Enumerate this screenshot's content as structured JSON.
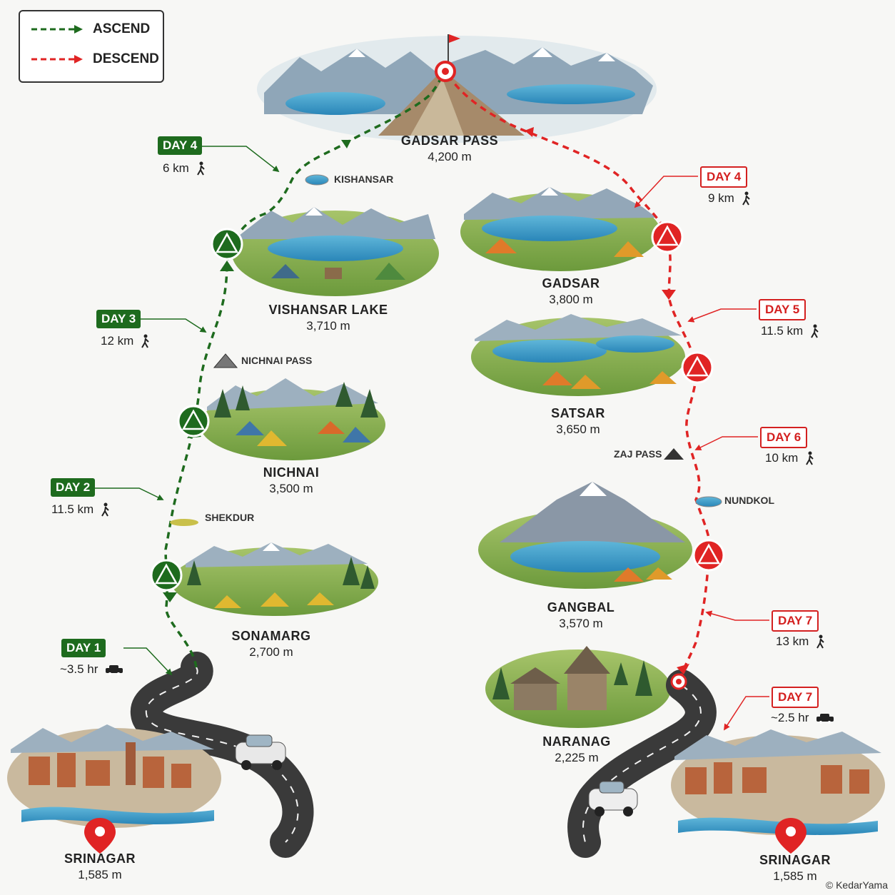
{
  "legend": {
    "ascend_label": "ASCEND",
    "descend_label": "DESCEND",
    "ascend_color": "#1e6b1e",
    "descend_color": "#e02424"
  },
  "places": {
    "gadsar_pass": {
      "name": "GADSAR PASS",
      "elevation": "4,200 m"
    },
    "vishansar": {
      "name": "VISHANSAR LAKE",
      "elevation": "3,710 m"
    },
    "nichnai": {
      "name": "NICHNAI",
      "elevation": "3,500 m"
    },
    "sonamarg": {
      "name": "SONAMARG",
      "elevation": "2,700 m"
    },
    "srinagar_start": {
      "name": "SRINAGAR",
      "elevation": "1,585 m"
    },
    "gadsar": {
      "name": "GADSAR",
      "elevation": "3,800 m"
    },
    "satsar": {
      "name": "SATSAR",
      "elevation": "3,650 m"
    },
    "gangbal": {
      "name": "GANGBAL",
      "elevation": "3,570 m"
    },
    "naranag": {
      "name": "NARANAG",
      "elevation": "2,225 m"
    },
    "srinagar_end": {
      "name": "SRINAGAR",
      "elevation": "1,585 m"
    }
  },
  "waypoints": {
    "kishansar": "KISHANSAR",
    "nichnai_pass": "NICHNAI PASS",
    "shekdur": "SHEKDUR",
    "zaj_pass": "ZAJ PASS",
    "nundkol": "NUNDKOL"
  },
  "days": {
    "asc_day1": {
      "label": "DAY 1",
      "dist": "~3.5 hr",
      "mode": "car-icon"
    },
    "asc_day2": {
      "label": "DAY 2",
      "dist": "11.5 km",
      "mode": "hiker-icon"
    },
    "asc_day3": {
      "label": "DAY 3",
      "dist": "12 km",
      "mode": "hiker-icon"
    },
    "asc_day4": {
      "label": "DAY 4",
      "dist": "6 km",
      "mode": "hiker-icon"
    },
    "desc_day4": {
      "label": "DAY 4",
      "dist": "9 km",
      "mode": "hiker-icon"
    },
    "desc_day5": {
      "label": "DAY 5",
      "dist": "11.5 km",
      "mode": "hiker-icon"
    },
    "desc_day6": {
      "label": "DAY 6",
      "dist": "10 km",
      "mode": "hiker-icon"
    },
    "desc_day7a": {
      "label": "DAY 7",
      "dist": "13 km",
      "mode": "hiker-icon"
    },
    "desc_day7b": {
      "label": "DAY 7",
      "dist": "~2.5 hr",
      "mode": "car-icon"
    }
  },
  "credit": "© KedarYama"
}
